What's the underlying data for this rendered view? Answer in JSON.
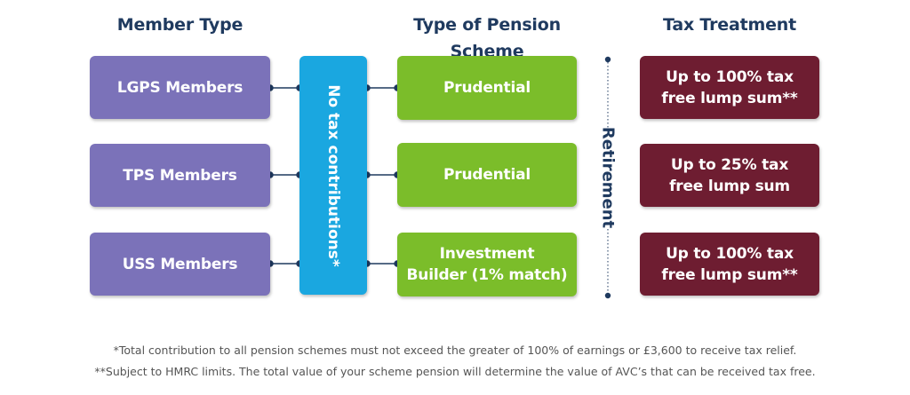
{
  "headings": {
    "member_type": "Member Type",
    "scheme_type": "Type of Pension Scheme",
    "tax_treatment": "Tax Treatment"
  },
  "members": [
    "LGPS Members",
    "TPS Members",
    "USS Members"
  ],
  "contributions": "No tax contributions*",
  "schemes": [
    [
      "Prudential"
    ],
    [
      "Prudential"
    ],
    [
      "Investment",
      "Builder (1% match)"
    ]
  ],
  "retirement": "Retirement",
  "tax": [
    [
      "Up to 100% tax",
      "free lump sum**"
    ],
    [
      "Up to 25% tax",
      "free lump sum"
    ],
    [
      "Up to 100% tax",
      "free lump sum**"
    ]
  ],
  "footnotes": [
    "*Total contribution to all pension schemes must not exceed the greater of 100% of earnings or £3,600 to receive tax relief.",
    "**Subject to HMRC limits. The total value of your scheme pension will determine the value of AVC’s that can be received tax free."
  ],
  "colors": {
    "heading": "#1f3a5f",
    "member": "#7b72b9",
    "contribution": "#1aa7e0",
    "scheme": "#7bbd2a",
    "tax": "#6e1d31",
    "connector": "#1f3a5f"
  }
}
